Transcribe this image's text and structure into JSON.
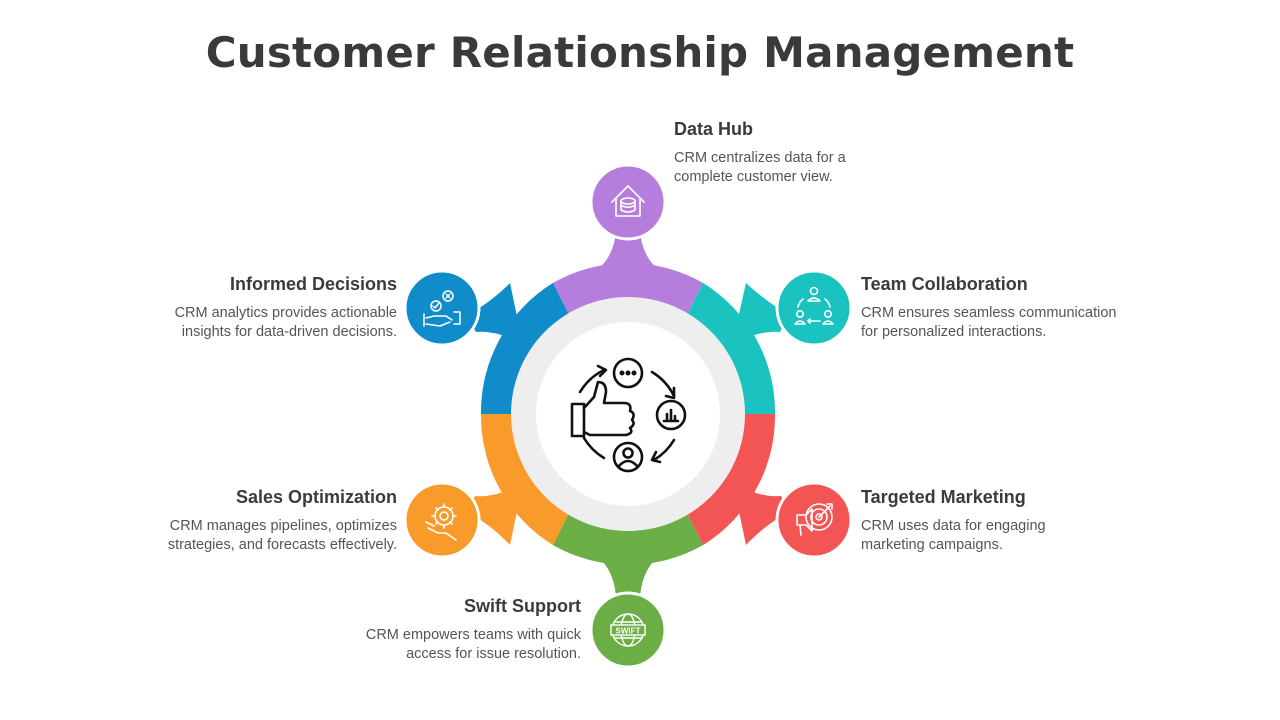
{
  "title": "Customer Relationship Management",
  "colors": {
    "purple": "#B57EDC",
    "teal": "#1BC3C0",
    "red": "#F35454",
    "green": "#6CAE46",
    "orange": "#F99B2B",
    "blue": "#118CCB",
    "ring": "#EEEEEE"
  },
  "center": {
    "icon": "thumbs-up-feedback-cycle-icon"
  },
  "items": [
    {
      "key": "data_hub",
      "title": "Data Hub",
      "desc1": "CRM centralizes data for a",
      "desc2": "complete customer view.",
      "icon": "database-home-icon"
    },
    {
      "key": "team_collaboration",
      "title": "Team Collaboration",
      "desc1": "CRM ensures seamless communication",
      "desc2": "for personalized interactions.",
      "icon": "team-cycle-icon"
    },
    {
      "key": "targeted_marketing",
      "title": "Targeted Marketing",
      "desc1": "CRM uses data for engaging",
      "desc2": "marketing campaigns.",
      "icon": "target-megaphone-icon"
    },
    {
      "key": "swift_support",
      "title": "Swift Support",
      "desc1": "CRM empowers teams with quick",
      "desc2": "access for issue resolution.",
      "icon": "swift-globe-icon"
    },
    {
      "key": "sales_optimization",
      "title": "Sales Optimization",
      "desc1": "CRM manages pipelines, optimizes",
      "desc2": "strategies, and forecasts effectively.",
      "icon": "gear-hand-icon"
    },
    {
      "key": "informed_decisions",
      "title": "Informed Decisions",
      "desc1": "CRM analytics provides actionable",
      "desc2": "insights for data-driven decisions.",
      "icon": "decision-handshake-icon"
    }
  ]
}
